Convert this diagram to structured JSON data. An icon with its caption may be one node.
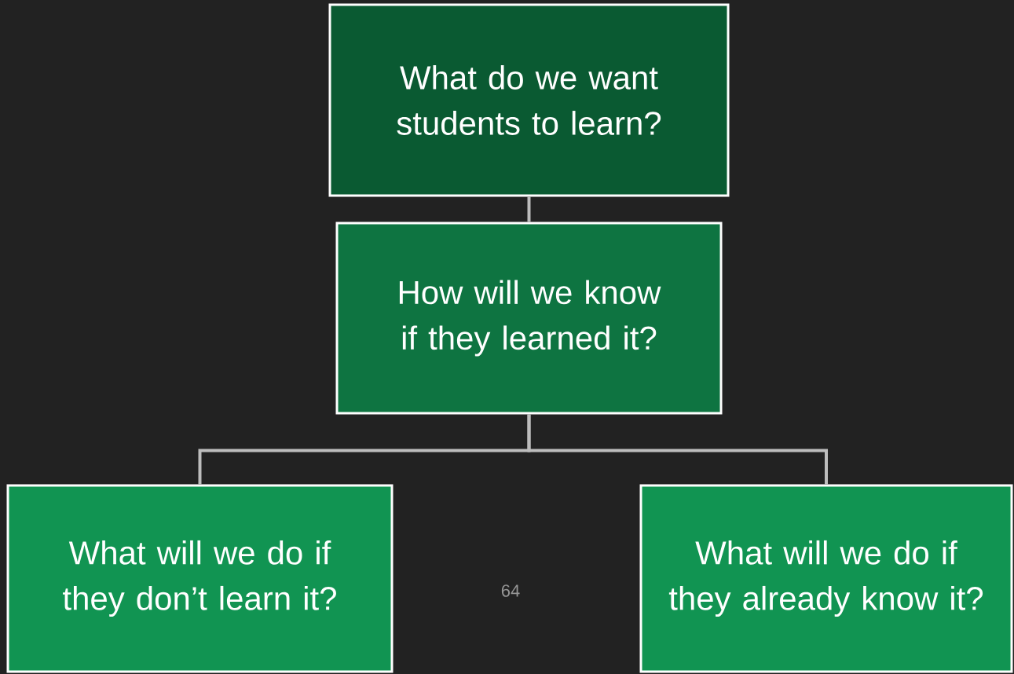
{
  "diagram": {
    "nodes": [
      {
        "text": [
          "What do we want students to learn?"
        ]
      },
      {
        "text": [
          "How will we know if they learned it?"
        ]
      },
      {
        "text": [
          "What will we do if they don’t learn it?"
        ]
      },
      {
        "text": [
          "What will we do if they already know it?"
        ]
      }
    ],
    "edges": [
      {
        "from": 0,
        "to": 1,
        "arrow": "none"
      },
      {
        "from": 1,
        "to": 2,
        "arrow": "none"
      },
      {
        "from": 1,
        "to": 3,
        "arrow": "none"
      }
    ],
    "labels": [
      "64"
    ]
  }
}
